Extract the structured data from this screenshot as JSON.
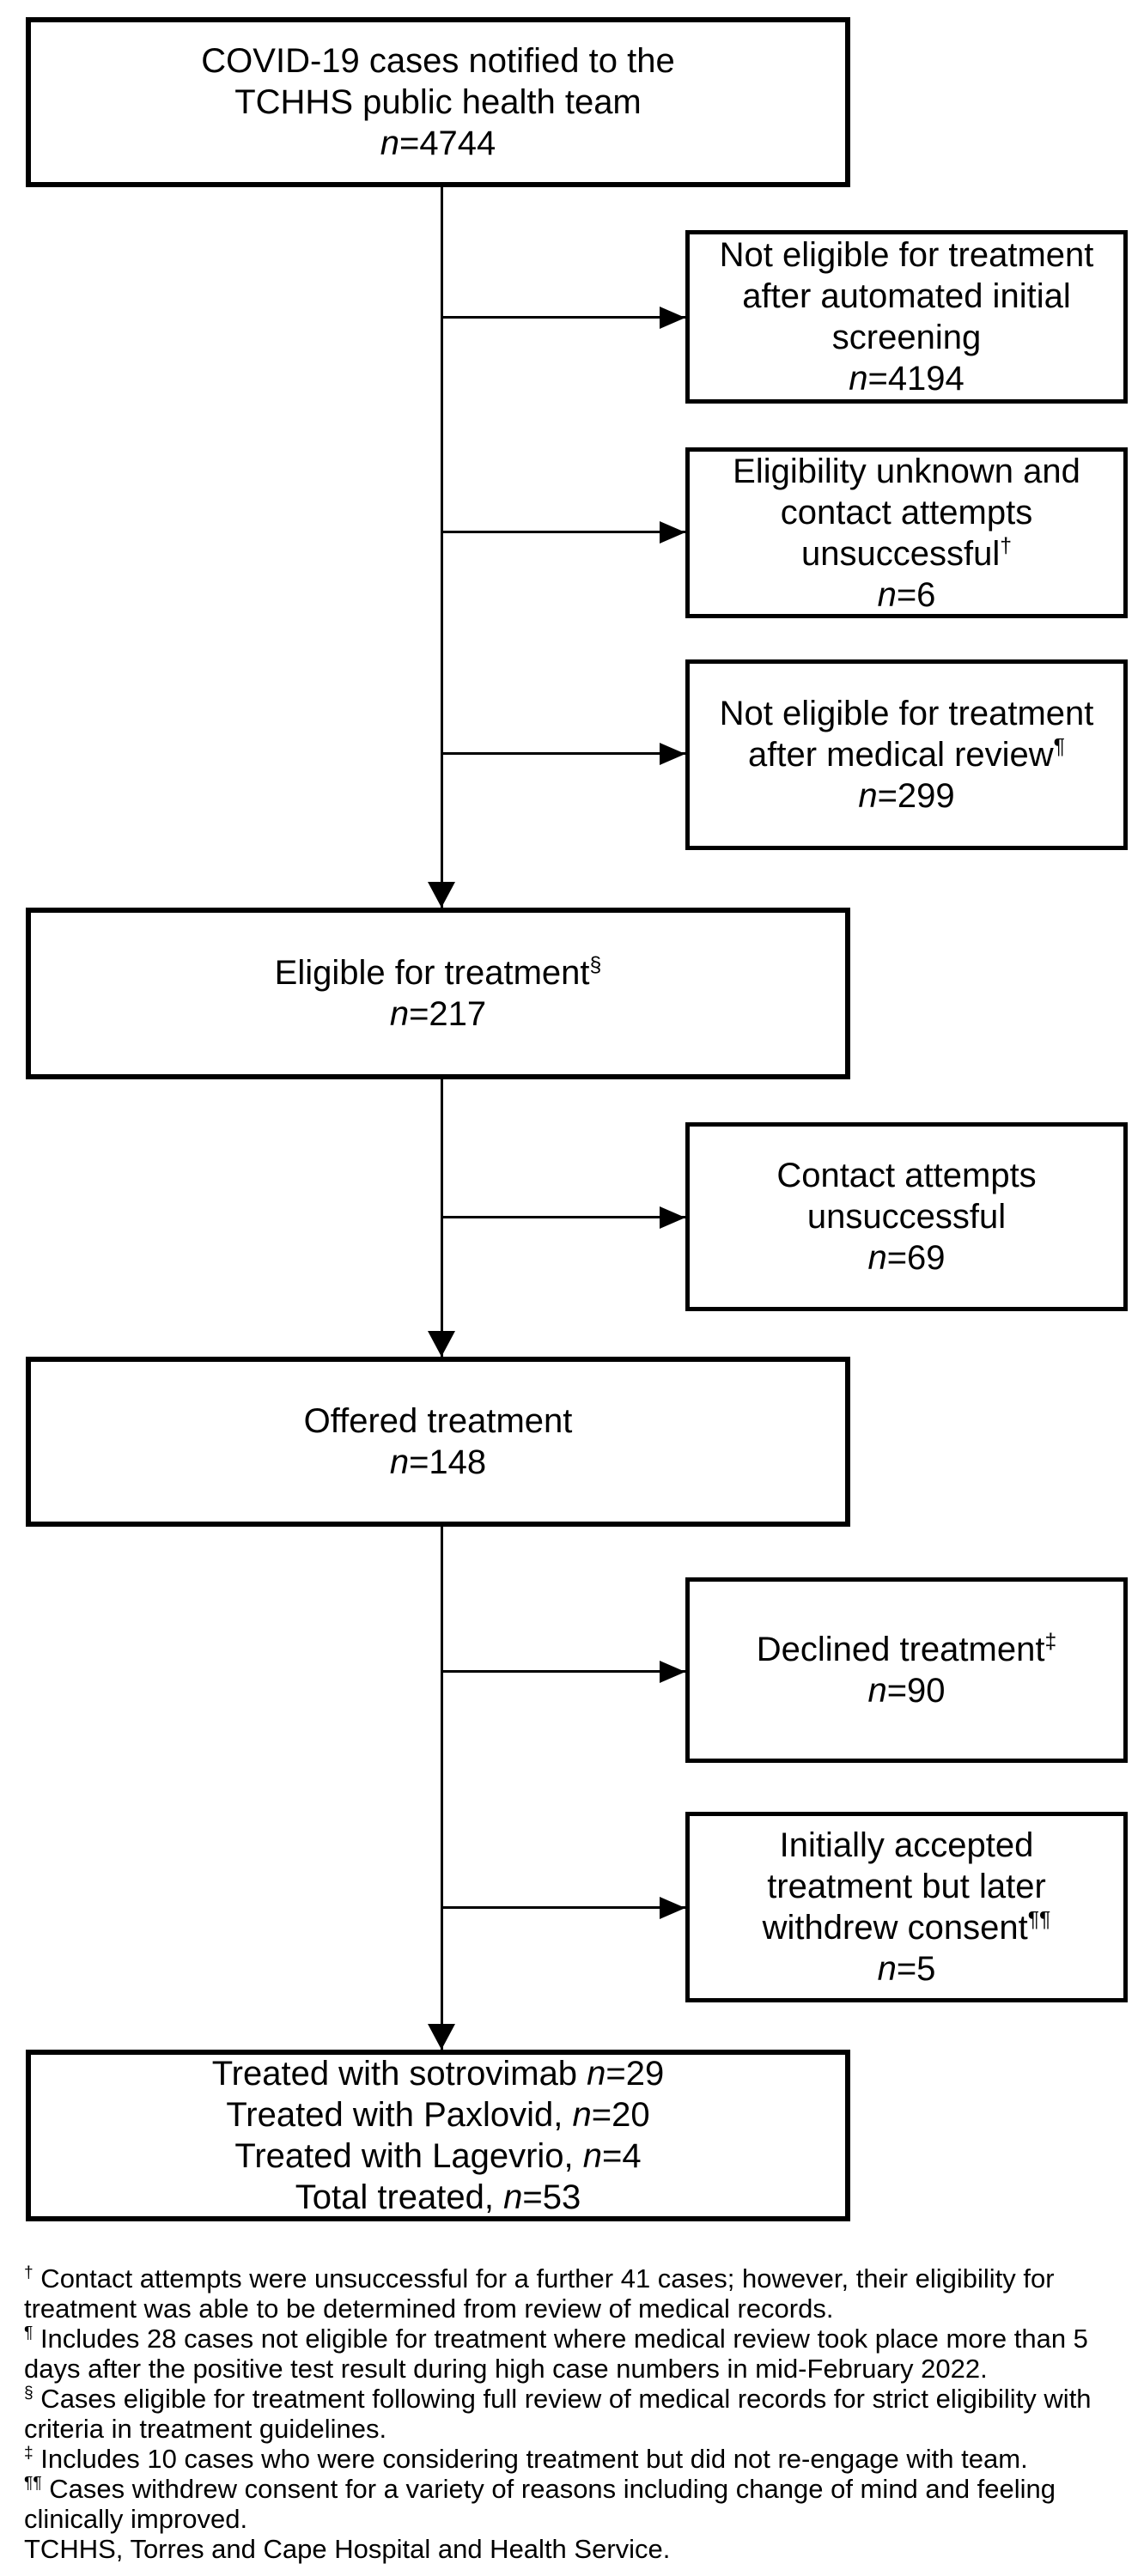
{
  "figure": {
    "background_color": "#ffffff",
    "line_color": "#000000"
  },
  "flow": {
    "main_boxes": [
      {
        "id": "notified",
        "lines": [
          "COVID-19 cases notified to the",
          "TCHHS public health team",
          "n=4744"
        ]
      },
      {
        "id": "eligible",
        "lines": [
          "Eligible for treatment§",
          "n=217"
        ]
      },
      {
        "id": "offered",
        "lines": [
          "Offered treatment",
          "n=148"
        ]
      },
      {
        "id": "treated",
        "lines": [
          "Treated with sotrovimab n=29",
          "Treated with Paxlovid, n=20",
          "Treated with Lagevrio, n=4",
          "Total treated, n=53"
        ]
      }
    ],
    "side_boxes": [
      {
        "id": "not-eligible-screening",
        "lines": [
          "Not eligible for treatment",
          "after automated initial",
          "screening",
          "n=4194"
        ]
      },
      {
        "id": "eligibility-unknown",
        "lines": [
          "Eligibility unknown and",
          "contact attempts",
          "unsuccessful†",
          "n=6"
        ]
      },
      {
        "id": "not-eligible-medical-review",
        "lines": [
          "Not eligible for treatment",
          "after medical review¶",
          "n=299"
        ]
      },
      {
        "id": "contact-unsuccessful",
        "lines": [
          "Contact attempts",
          "unsuccessful",
          "n=69"
        ]
      },
      {
        "id": "declined-treatment",
        "lines": [
          "Declined treatment‡",
          "n=90"
        ]
      },
      {
        "id": "withdrew-consent",
        "lines": [
          "Initially accepted",
          "treatment but later",
          "withdrew consent¶¶",
          "n=5"
        ]
      }
    ],
    "footnotes": [
      "† Contact attempts were unsuccessful for a further 41 cases; however, their eligibility for treatment was able to be determined from review of medical records.",
      "¶ Includes 28 cases not eligible for treatment where medical review took place more than 5 days after the positive test result during high case numbers in mid-February 2022.",
      "§ Cases eligible for treatment following full review of medical records for strict eligibility with criteria in treatment guidelines.",
      "‡ Includes 10 cases who were considering treatment but did not re-engage with team.",
      "¶¶ Cases withdrew consent for a variety of reasons including change of mind and feeling clinically improved.",
      "TCHHS, Torres and Cape Hospital and Health Service."
    ]
  }
}
